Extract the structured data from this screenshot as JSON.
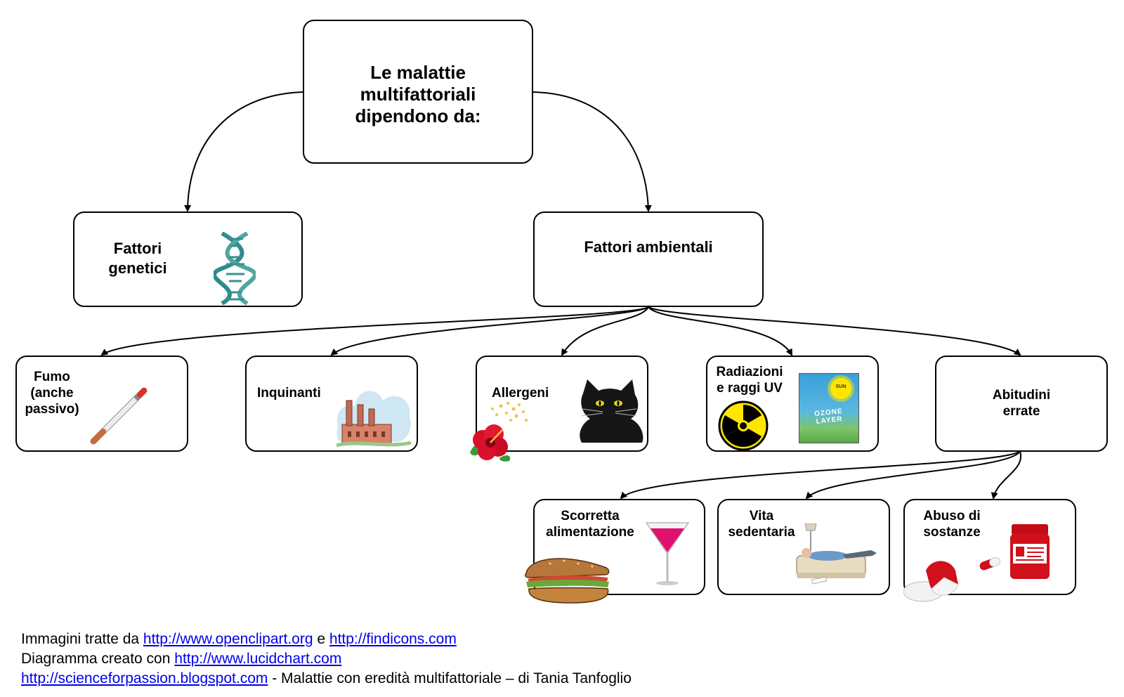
{
  "root": {
    "label": "Le malattie\nmultifattoriali\ndipendono da:"
  },
  "genetic": {
    "label": "Fattori\ngenetici"
  },
  "environmental": {
    "label": "Fattori ambientali"
  },
  "factors": {
    "smoke": "Fumo\n(anche\npassivo)",
    "pollutants": "Inquinanti",
    "allergens": "Allergeni",
    "radiation": "Radiazioni\ne raggi UV",
    "habits": "Abitudini\nerrate"
  },
  "habits": {
    "diet": "Scorretta\nalimentazione",
    "sedentary": "Vita\nsedentaria",
    "substances": "Abuso di\nsostanze"
  },
  "radiation_poster": {
    "top": "SUN",
    "band": "OZONE LAYER"
  },
  "credits": {
    "line1_prefix": "Immagini tratte da ",
    "line1_link1": "http://www.openclipart.org",
    "line1_mid": " e ",
    "line1_link2": "http://findicons.com",
    "line2_prefix": "Diagramma creato con ",
    "line2_link": "http://www.lucidchart.com",
    "line3_link": "http://scienceforpassion.blogspot.com",
    "line3_suffix": " - Malattie con eredità multifattoriale – di Tania Tanfoglio"
  },
  "colors": {
    "link": "#0000ee",
    "dna": "#2e8b8b",
    "radiation_yellow": "#ffe600",
    "martini": "#e0106e",
    "pill_red": "#d0101a"
  }
}
